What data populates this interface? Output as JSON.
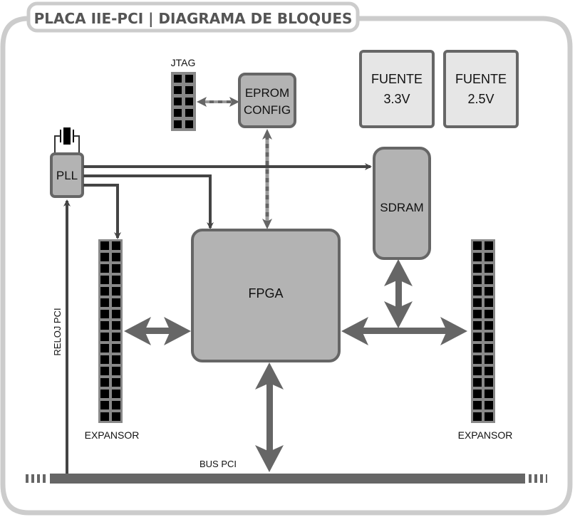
{
  "title": "PLACA IIE-PCI | DIAGRAMA DE BLOQUES",
  "blocks": {
    "jtag": "JTAG",
    "eprom_line1": "EPROM",
    "eprom_line2": "CONFIG",
    "fuente33_line1": "FUENTE",
    "fuente33_line2": "3.3V",
    "fuente25_line1": "FUENTE",
    "fuente25_line2": "2.5V",
    "pll": "PLL",
    "sdram": "SDRAM",
    "fpga": "FPGA",
    "expansor_left": "EXPANSOR",
    "expansor_right": "EXPANSOR",
    "bus_pci": "BUS PCI",
    "reloj_pci": "RELOJ PCI"
  },
  "connectors": {
    "jtag_pins": {
      "rows": 5,
      "cols": 2
    },
    "expansor_pins": {
      "rows": 16,
      "cols": 2
    }
  },
  "colors": {
    "frame": "#cccccc",
    "box_fill": "#b3b3b3",
    "box_stroke": "#666666",
    "power_fill": "#e6e6e6",
    "arrow": "#666666",
    "clock_line": "#444444",
    "pin": "#000000",
    "text": "#111111",
    "title": "#555555"
  }
}
